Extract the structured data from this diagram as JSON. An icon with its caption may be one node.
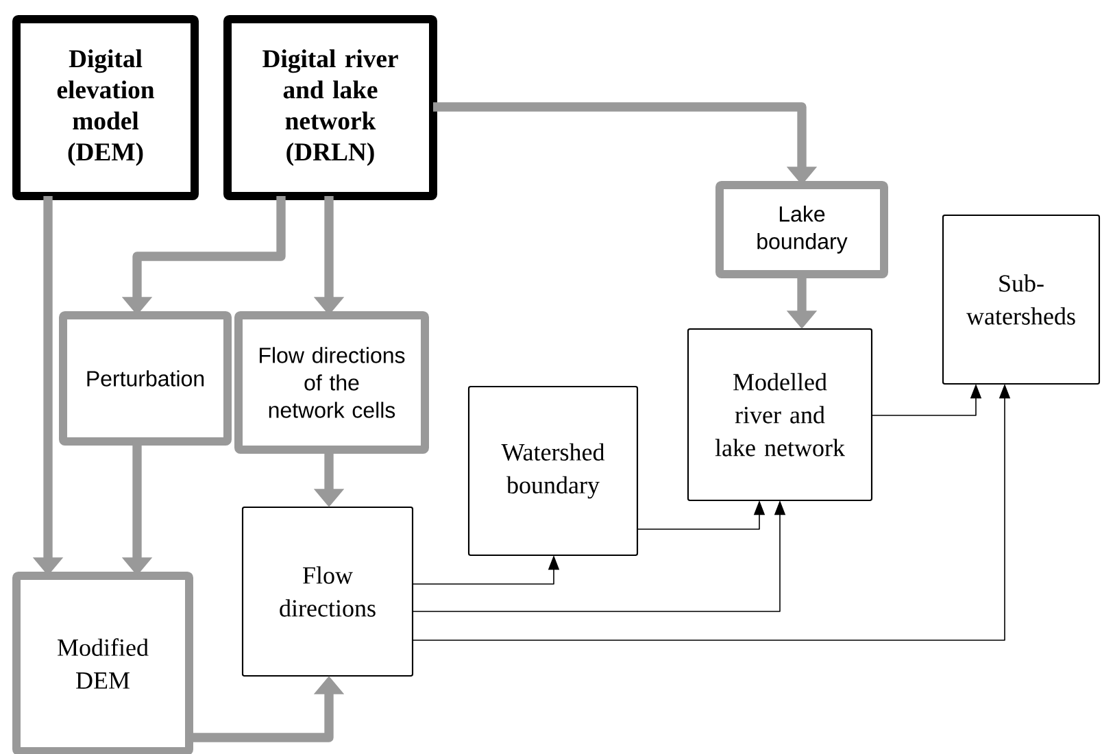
{
  "diagram": {
    "nodes": [
      {
        "text": [
          "Digital elevation model (DEM)"
        ]
      },
      {
        "text": [
          "Digital river and lake network (DRLN)"
        ]
      },
      {
        "text": [
          "Lake boundary"
        ]
      },
      {
        "text": [
          "Sub-watersheds"
        ]
      },
      {
        "text": [
          "Perturbation"
        ]
      },
      {
        "text": [
          "Flow directions of the network cells"
        ]
      },
      {
        "text": [
          "Modelled river and lake network"
        ]
      },
      {
        "text": [
          "Watershed boundary"
        ]
      },
      {
        "text": [
          "Flow directions"
        ]
      },
      {
        "text": [
          "Modified DEM"
        ]
      }
    ],
    "edges": [
      {
        "from": 0,
        "to": 9,
        "arrow": "to"
      },
      {
        "from": 1,
        "to": 4,
        "arrow": "to"
      },
      {
        "from": 1,
        "to": 5,
        "arrow": "to"
      },
      {
        "from": 1,
        "to": 2,
        "arrow": "to"
      },
      {
        "from": 2,
        "to": 6,
        "arrow": "to"
      },
      {
        "from": 4,
        "to": 9,
        "arrow": "to"
      },
      {
        "from": 5,
        "to": 8,
        "arrow": "to"
      },
      {
        "from": 9,
        "to": 8,
        "arrow": "to"
      },
      {
        "from": 8,
        "to": 7,
        "arrow": "to",
        "color": "#000000"
      },
      {
        "from": 7,
        "to": 6,
        "arrow": "to",
        "color": "#000000"
      },
      {
        "from": 8,
        "to": 6,
        "arrow": "to",
        "color": "#000000"
      },
      {
        "from": 6,
        "to": 3,
        "arrow": "to",
        "color": "#000000"
      },
      {
        "from": 8,
        "to": 3,
        "arrow": "to",
        "color": "#000000"
      }
    ]
  }
}
